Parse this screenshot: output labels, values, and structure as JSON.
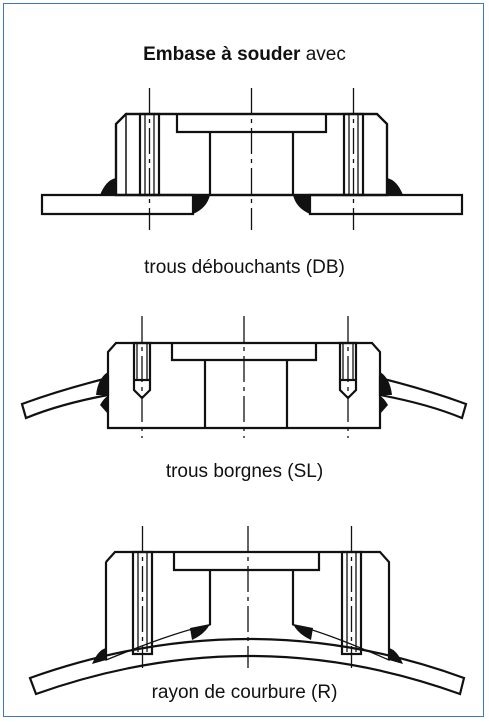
{
  "title": {
    "bold": "Embase à souder",
    "normal": "avec"
  },
  "captions": {
    "through_holes": "trous débouchants (DB)",
    "blind_holes": "trous borgnes (SL)",
    "curvature_radius": "rayon de courbure (R)"
  },
  "colors": {
    "border": "#3a78b8",
    "lines": "#111111"
  }
}
